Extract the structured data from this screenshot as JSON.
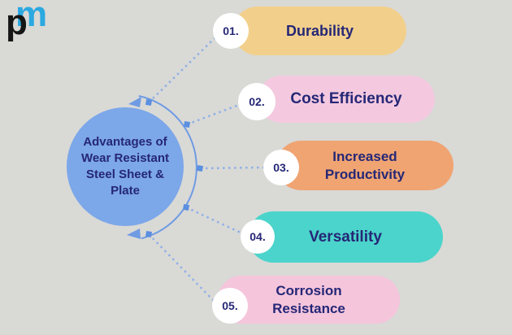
{
  "logo": {
    "top_letter": "m",
    "bottom_letter": "p",
    "top_color": "#2BA9E1",
    "bottom_color": "#161616"
  },
  "center": {
    "title_lines": [
      "Advantages of",
      "Wear Resistant",
      "Steel Sheet &",
      "Plate"
    ],
    "bg": "#7CA7E9"
  },
  "colors": {
    "background": "#D9D9D6",
    "connector": "#6F9BE3",
    "dots": "#8FB0E6",
    "node": "#5B8FE0",
    "text_navy": "#252776",
    "badge_bg": "#FFFFFF"
  },
  "pills": [
    {
      "number": "01.",
      "label": "Durability",
      "color": "#F2D08B"
    },
    {
      "number": "02.",
      "label": "Cost Efficiency",
      "color": "#F4C9E0"
    },
    {
      "number": "03.",
      "label": "Increased Productivity",
      "color": "#F0A472"
    },
    {
      "number": "04.",
      "label": "Versatility",
      "color": "#4BD4CB"
    },
    {
      "number": "05.",
      "label": "Corrosion Resistance",
      "color": "#F5C5DC"
    }
  ]
}
